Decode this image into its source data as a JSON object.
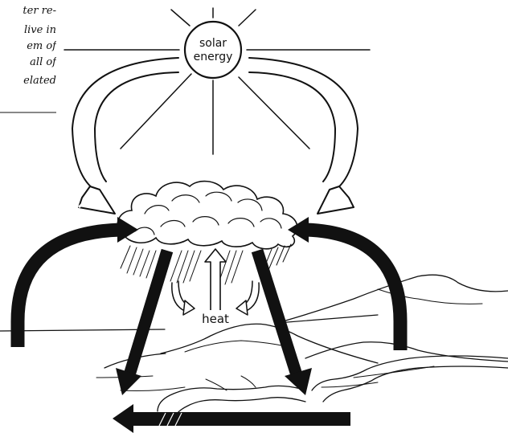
{
  "caption": {
    "lines": [
      "ter re-",
      "live in",
      "em of",
      "all of",
      "elated"
    ]
  },
  "sun": {
    "label_line1": "solar",
    "label_line2": "energy"
  },
  "heat_label": "heat",
  "colors": {
    "ink": "#111111",
    "background": "#ffffff"
  },
  "icons": [
    "sun-icon",
    "cloud-icon",
    "rain-icon",
    "mountain-icon",
    "river-icon",
    "arrow-icon"
  ]
}
